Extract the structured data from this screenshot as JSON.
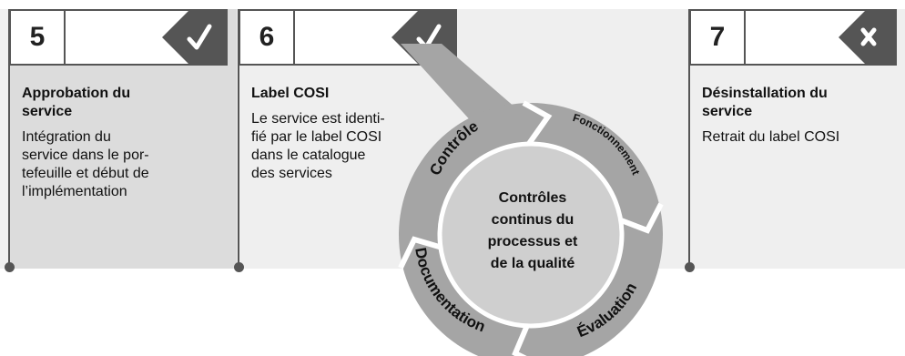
{
  "steps": [
    {
      "number": "5",
      "status_icon": "check-icon",
      "title_lines": [
        "Approbation du",
        "service"
      ],
      "desc_lines": [
        "Intégration du",
        "service dans le por-",
        "tefeuille et début de",
        "l’implémentation"
      ]
    },
    {
      "number": "6",
      "status_icon": "check-icon",
      "title_lines": [
        "Label COSI"
      ],
      "desc_lines": [
        "Le service est identi-",
        "fié par le label COSI",
        "dans le catalogue",
        "des services"
      ]
    },
    {
      "number": "7",
      "status_icon": "cross-icon",
      "title_lines": [
        "Désinstallation du",
        "service"
      ],
      "desc_lines": [
        "Retrait du label COSI"
      ]
    }
  ],
  "cycle": {
    "center_lines": [
      "Contrôles",
      "continus du",
      "processus et",
      "de la qualité"
    ],
    "segments": [
      "Contrôle",
      "Fonctionnement",
      "Évaluation",
      "Documentation"
    ]
  },
  "colors": {
    "accent_line": "#e8b4b4",
    "panel": "#dcdcdc",
    "band": "#efefef",
    "dark": "#555555",
    "ring": "#a5a5a5",
    "ring_inner": "#cfcfcf"
  }
}
